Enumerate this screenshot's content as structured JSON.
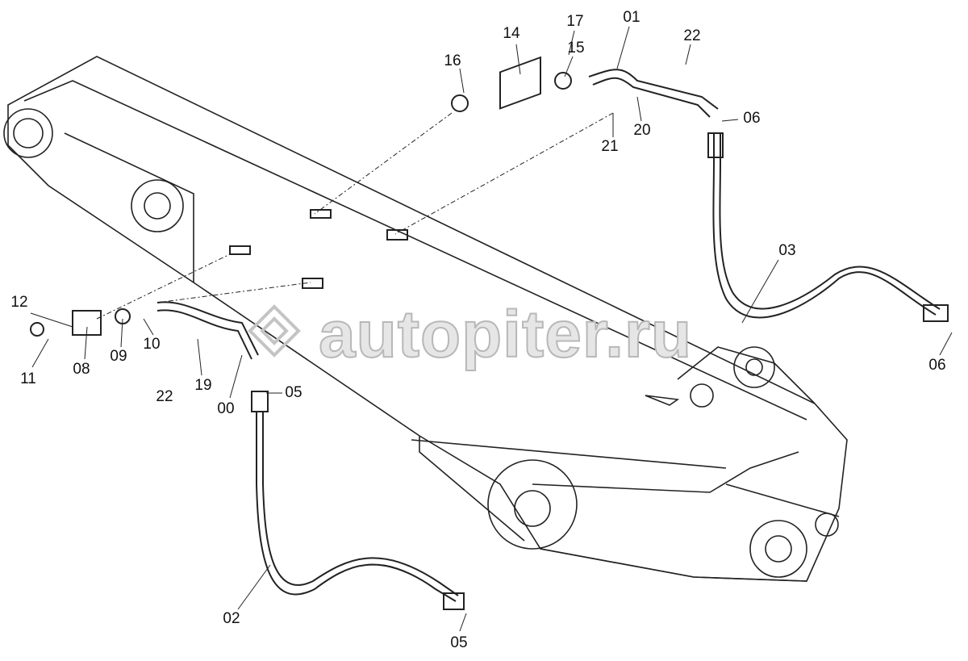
{
  "watermark": "autopiter.ru",
  "callouts": [
    {
      "id": "c14",
      "text": "14"
    },
    {
      "id": "c17",
      "text": "17"
    },
    {
      "id": "c01",
      "text": "01"
    },
    {
      "id": "c22a",
      "text": "22"
    },
    {
      "id": "c16",
      "text": "16"
    },
    {
      "id": "c15",
      "text": "15"
    },
    {
      "id": "c06a",
      "text": "06"
    },
    {
      "id": "c20",
      "text": "20"
    },
    {
      "id": "c21",
      "text": "21"
    },
    {
      "id": "c03",
      "text": "03"
    },
    {
      "id": "c06b",
      "text": "06"
    },
    {
      "id": "c12",
      "text": "12"
    },
    {
      "id": "c11",
      "text": "11"
    },
    {
      "id": "c08",
      "text": "08"
    },
    {
      "id": "c09",
      "text": "09"
    },
    {
      "id": "c10",
      "text": "10"
    },
    {
      "id": "c19",
      "text": "19"
    },
    {
      "id": "c22b",
      "text": "22"
    },
    {
      "id": "c00",
      "text": "00"
    },
    {
      "id": "c05a",
      "text": "05"
    },
    {
      "id": "c02",
      "text": "02"
    },
    {
      "id": "c05b",
      "text": "05"
    }
  ]
}
